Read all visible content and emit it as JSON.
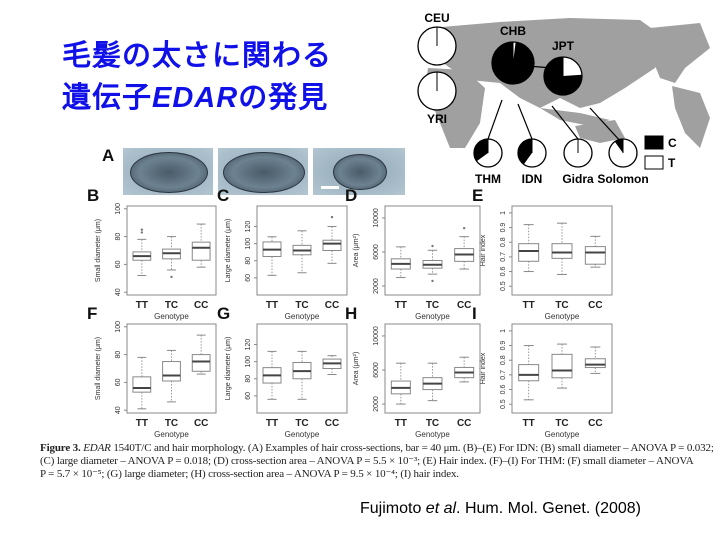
{
  "title": {
    "line1": "毛髪の太さに関わる",
    "line2_prefix": "遺伝子",
    "line2_gene": "EDAR",
    "line2_suffix": "の発見"
  },
  "map": {
    "populations": [
      {
        "name": "CEU",
        "c_fraction": 0.0
      },
      {
        "name": "YRI",
        "c_fraction": 0.0
      },
      {
        "name": "CHB",
        "c_fraction": 0.98
      },
      {
        "name": "JPT",
        "c_fraction": 0.76
      },
      {
        "name": "THM",
        "c_fraction": 0.35
      },
      {
        "name": "IDN",
        "c_fraction": 0.4
      },
      {
        "name": "Gidra",
        "c_fraction": 0.0
      },
      {
        "name": "Solomon",
        "c_fraction": 0.1
      }
    ],
    "legend": {
      "c": "C",
      "t": "T"
    },
    "colors": {
      "land": "#a0a0a0",
      "c": "#000000",
      "t": "#ffffff"
    }
  },
  "panel_a_label": "A",
  "xlabel": "Genotype",
  "chart_data": [
    {
      "type": "box",
      "label": "B",
      "ylabel": "Small diameter (μm)",
      "ylim": [
        38,
        102
      ],
      "ticks": [
        40,
        60,
        80,
        100
      ],
      "categories": [
        "TT",
        "TC",
        "CC"
      ],
      "boxes": [
        {
          "min": 52,
          "q1": 63,
          "median": 66,
          "q3": 69,
          "max": 78,
          "outliers": [
            83,
            85
          ]
        },
        {
          "min": 56,
          "q1": 64,
          "median": 68,
          "q3": 71,
          "max": 80,
          "outliers": [
            51
          ]
        },
        {
          "min": 58,
          "q1": 63,
          "median": 72,
          "q3": 76,
          "max": 89,
          "outliers": []
        }
      ]
    },
    {
      "type": "box",
      "label": "C",
      "ylabel": "Large diameter (μm)",
      "ylim": [
        40,
        144
      ],
      "ticks": [
        60,
        80,
        100,
        120
      ],
      "categories": [
        "TT",
        "TC",
        "CC"
      ],
      "boxes": [
        {
          "min": 63,
          "q1": 85,
          "median": 93,
          "q3": 102,
          "max": 108,
          "outliers": []
        },
        {
          "min": 66,
          "q1": 87,
          "median": 92,
          "q3": 98,
          "max": 115,
          "outliers": []
        },
        {
          "min": 77,
          "q1": 92,
          "median": 100,
          "q3": 104,
          "max": 120,
          "outliers": [
            131
          ]
        }
      ]
    },
    {
      "type": "box",
      "label": "D",
      "ylabel": "Area (μm²)",
      "ylim": [
        950,
        11400
      ],
      "ticks": [
        2000,
        6000,
        10000
      ],
      "categories": [
        "TT",
        "TC",
        "CC"
      ],
      "boxes": [
        {
          "min": 3000,
          "q1": 4000,
          "median": 4600,
          "q3": 5200,
          "max": 6600,
          "outliers": []
        },
        {
          "min": 3400,
          "q1": 4100,
          "median": 4500,
          "q3": 5000,
          "max": 6200,
          "outliers": [
            2600,
            6700
          ]
        },
        {
          "min": 4000,
          "q1": 4900,
          "median": 5700,
          "q3": 6400,
          "max": 7800,
          "outliers": [
            8800
          ]
        }
      ]
    },
    {
      "type": "box",
      "label": "E",
      "ylabel": "Hair index",
      "ylim": [
        0.44,
        1.047
      ],
      "ticks": [
        0.5,
        0.6,
        0.7,
        0.8,
        0.9,
        1.0
      ],
      "categories": [
        "TT",
        "TC",
        "CC"
      ],
      "boxes": [
        {
          "min": 0.6,
          "q1": 0.67,
          "median": 0.74,
          "q3": 0.79,
          "max": 0.92,
          "outliers": []
        },
        {
          "min": 0.58,
          "q1": 0.69,
          "median": 0.73,
          "q3": 0.79,
          "max": 0.93,
          "outliers": []
        },
        {
          "min": 0.63,
          "q1": 0.65,
          "median": 0.73,
          "q3": 0.77,
          "max": 0.84,
          "outliers": []
        }
      ]
    },
    {
      "type": "box",
      "label": "F",
      "ylabel": "Small diameter (μm)",
      "ylim": [
        38,
        102
      ],
      "ticks": [
        40,
        60,
        80,
        100
      ],
      "categories": [
        "TT",
        "TC",
        "CC"
      ],
      "boxes": [
        {
          "min": 41,
          "q1": 53,
          "median": 56,
          "q3": 64,
          "max": 78,
          "outliers": []
        },
        {
          "min": 46,
          "q1": 61,
          "median": 65,
          "q3": 75,
          "max": 83,
          "outliers": []
        },
        {
          "min": 66,
          "q1": 68,
          "median": 75,
          "q3": 80,
          "max": 94,
          "outliers": []
        }
      ]
    },
    {
      "type": "box",
      "label": "G",
      "ylabel": "Large diameter (μm)",
      "ylim": [
        40,
        144
      ],
      "ticks": [
        60,
        80,
        100,
        120
      ],
      "categories": [
        "TT",
        "TC",
        "CC"
      ],
      "boxes": [
        {
          "min": 56,
          "q1": 75,
          "median": 84,
          "q3": 93,
          "max": 112,
          "outliers": []
        },
        {
          "min": 56,
          "q1": 80,
          "median": 89,
          "q3": 99,
          "max": 112,
          "outliers": []
        },
        {
          "min": 85,
          "q1": 92,
          "median": 98,
          "q3": 103,
          "max": 107,
          "outliers": []
        }
      ]
    },
    {
      "type": "box",
      "label": "H",
      "ylabel": "Area (μm²)",
      "ylim": [
        950,
        11400
      ],
      "ticks": [
        2000,
        6000,
        10000
      ],
      "categories": [
        "TT",
        "TC",
        "CC"
      ],
      "boxes": [
        {
          "min": 2000,
          "q1": 3200,
          "median": 3900,
          "q3": 4700,
          "max": 6800,
          "outliers": []
        },
        {
          "min": 2400,
          "q1": 3700,
          "median": 4400,
          "q3": 5100,
          "max": 6800,
          "outliers": []
        },
        {
          "min": 4600,
          "q1": 5100,
          "median": 5700,
          "q3": 6300,
          "max": 7500,
          "outliers": []
        }
      ]
    },
    {
      "type": "box",
      "label": "I",
      "ylabel": "Hair index",
      "ylim": [
        0.44,
        1.047
      ],
      "ticks": [
        0.5,
        0.6,
        0.7,
        0.8,
        0.9,
        1.0
      ],
      "categories": [
        "TT",
        "TC",
        "CC"
      ],
      "boxes": [
        {
          "min": 0.53,
          "q1": 0.66,
          "median": 0.7,
          "q3": 0.77,
          "max": 0.9,
          "outliers": []
        },
        {
          "min": 0.61,
          "q1": 0.68,
          "median": 0.73,
          "q3": 0.84,
          "max": 0.91,
          "outliers": []
        },
        {
          "min": 0.71,
          "q1": 0.75,
          "median": 0.77,
          "q3": 0.81,
          "max": 0.89,
          "outliers": []
        }
      ]
    }
  ],
  "caption": {
    "fig": "Figure 3.",
    "gene": "EDAR",
    "line1": " 1540T/C and hair morphology. (A) Examples of hair cross-sections, bar = 40 μm. (B)–(E) For IDN: (B) small diameter – ANOVA P = 0.032;",
    "line2": "(C) large diameter – ANOVA P = 0.018; (D) cross-section area – ANOVA P = 5.5 × 10⁻³; (E) Hair index. (F)–(I) For THM: (F) small diameter – ANOVA",
    "line3": "P = 5.7 × 10⁻⁵; (G) large diameter; (H) cross-section area – ANOVA P = 9.5 × 10⁻⁴; (I) hair index."
  },
  "citation": {
    "authors": "Fujimoto ",
    "etal": "et al",
    "rest": ". Hum. Mol. Genet. (2008)"
  }
}
